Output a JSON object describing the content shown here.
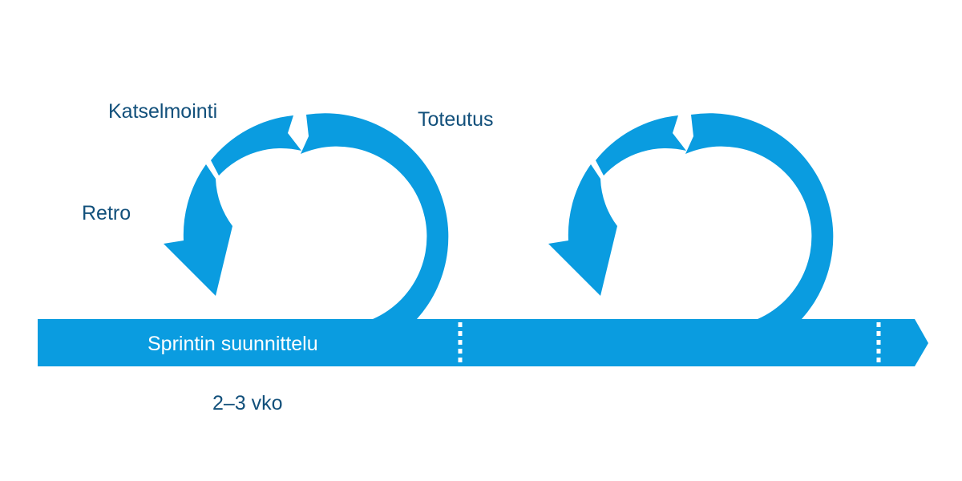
{
  "labels": {
    "katselmointi": "Katselmointi",
    "toteutus": "Toteutus",
    "retro": "Retro",
    "sprint_planning": "Sprintin suunnittelu",
    "duration": "2–3 vko"
  },
  "colors": {
    "arrow": "#0a9ce0",
    "text": "#12507b",
    "on_arrow_text": "#ffffff",
    "background": "#ffffff"
  }
}
